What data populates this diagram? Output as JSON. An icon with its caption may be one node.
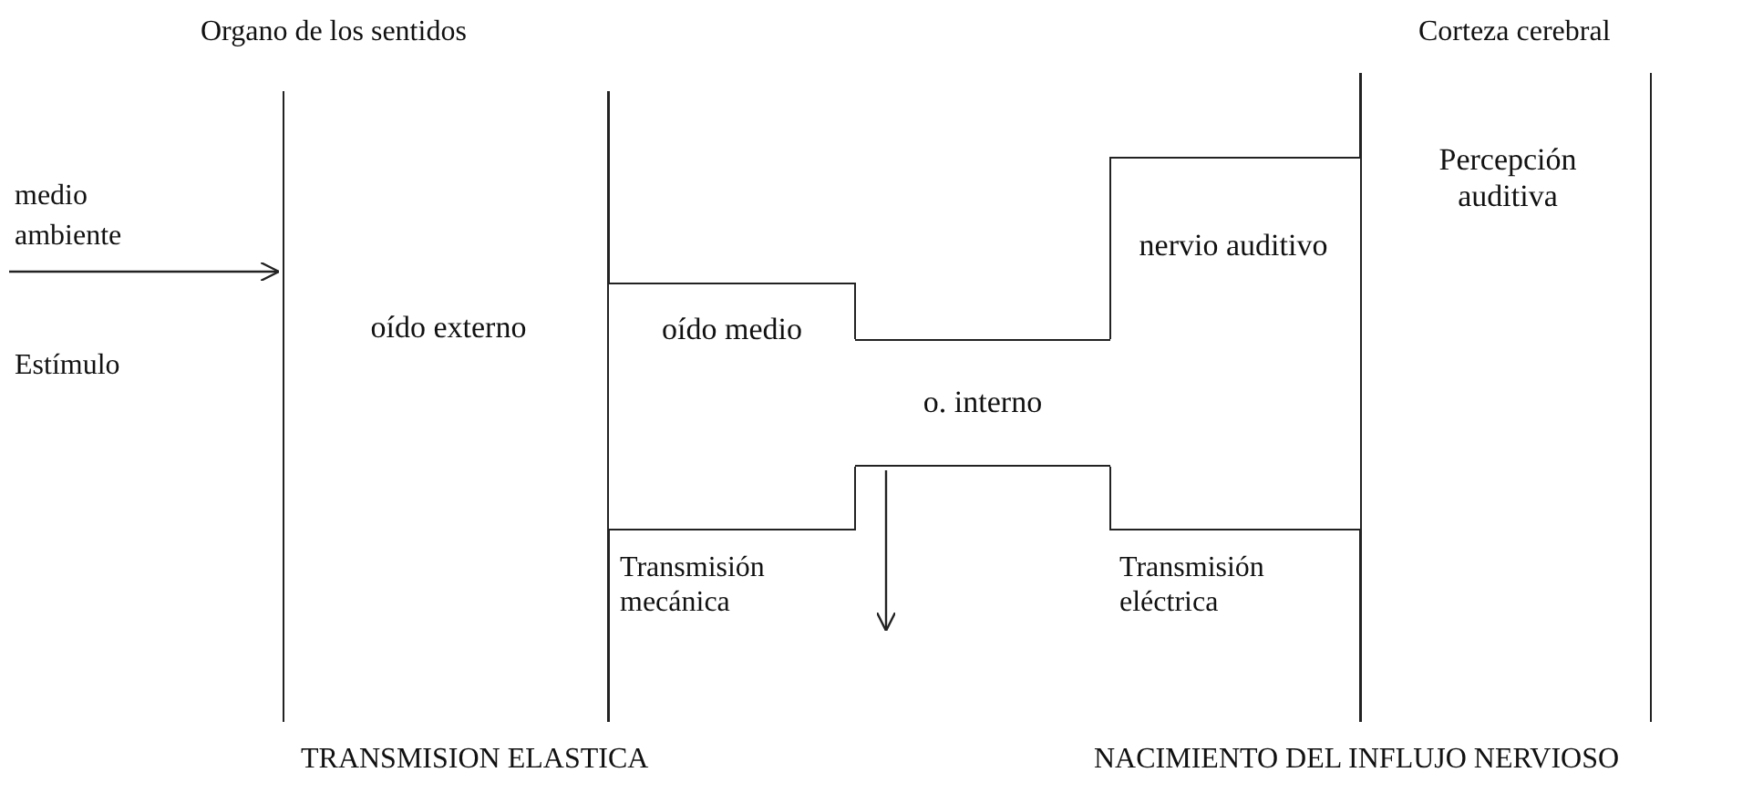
{
  "diagram": {
    "nodes": [
      {
        "text": [
          "oído externo"
        ]
      },
      {
        "text": [
          "oído medio"
        ]
      },
      {
        "text": [
          "o. interno"
        ]
      },
      {
        "text": [
          "nervio auditivo"
        ]
      },
      {
        "text": [
          "Percepción auditiva"
        ]
      }
    ],
    "edges": [
      {
        "from": null,
        "to": 0,
        "arrow": "to"
      },
      {
        "from": 2,
        "to": null,
        "arrow": "to"
      }
    ],
    "labels": [
      "Organo de los sentidos",
      "Corteza cerebral",
      "medio ambiente",
      "Estímulo",
      "Transmisión mecánica",
      "Transmisión eléctrica",
      "TRANSMISION ELASTICA",
      "NACIMIENTO DEL INFLUJO NERVIOSO"
    ]
  }
}
